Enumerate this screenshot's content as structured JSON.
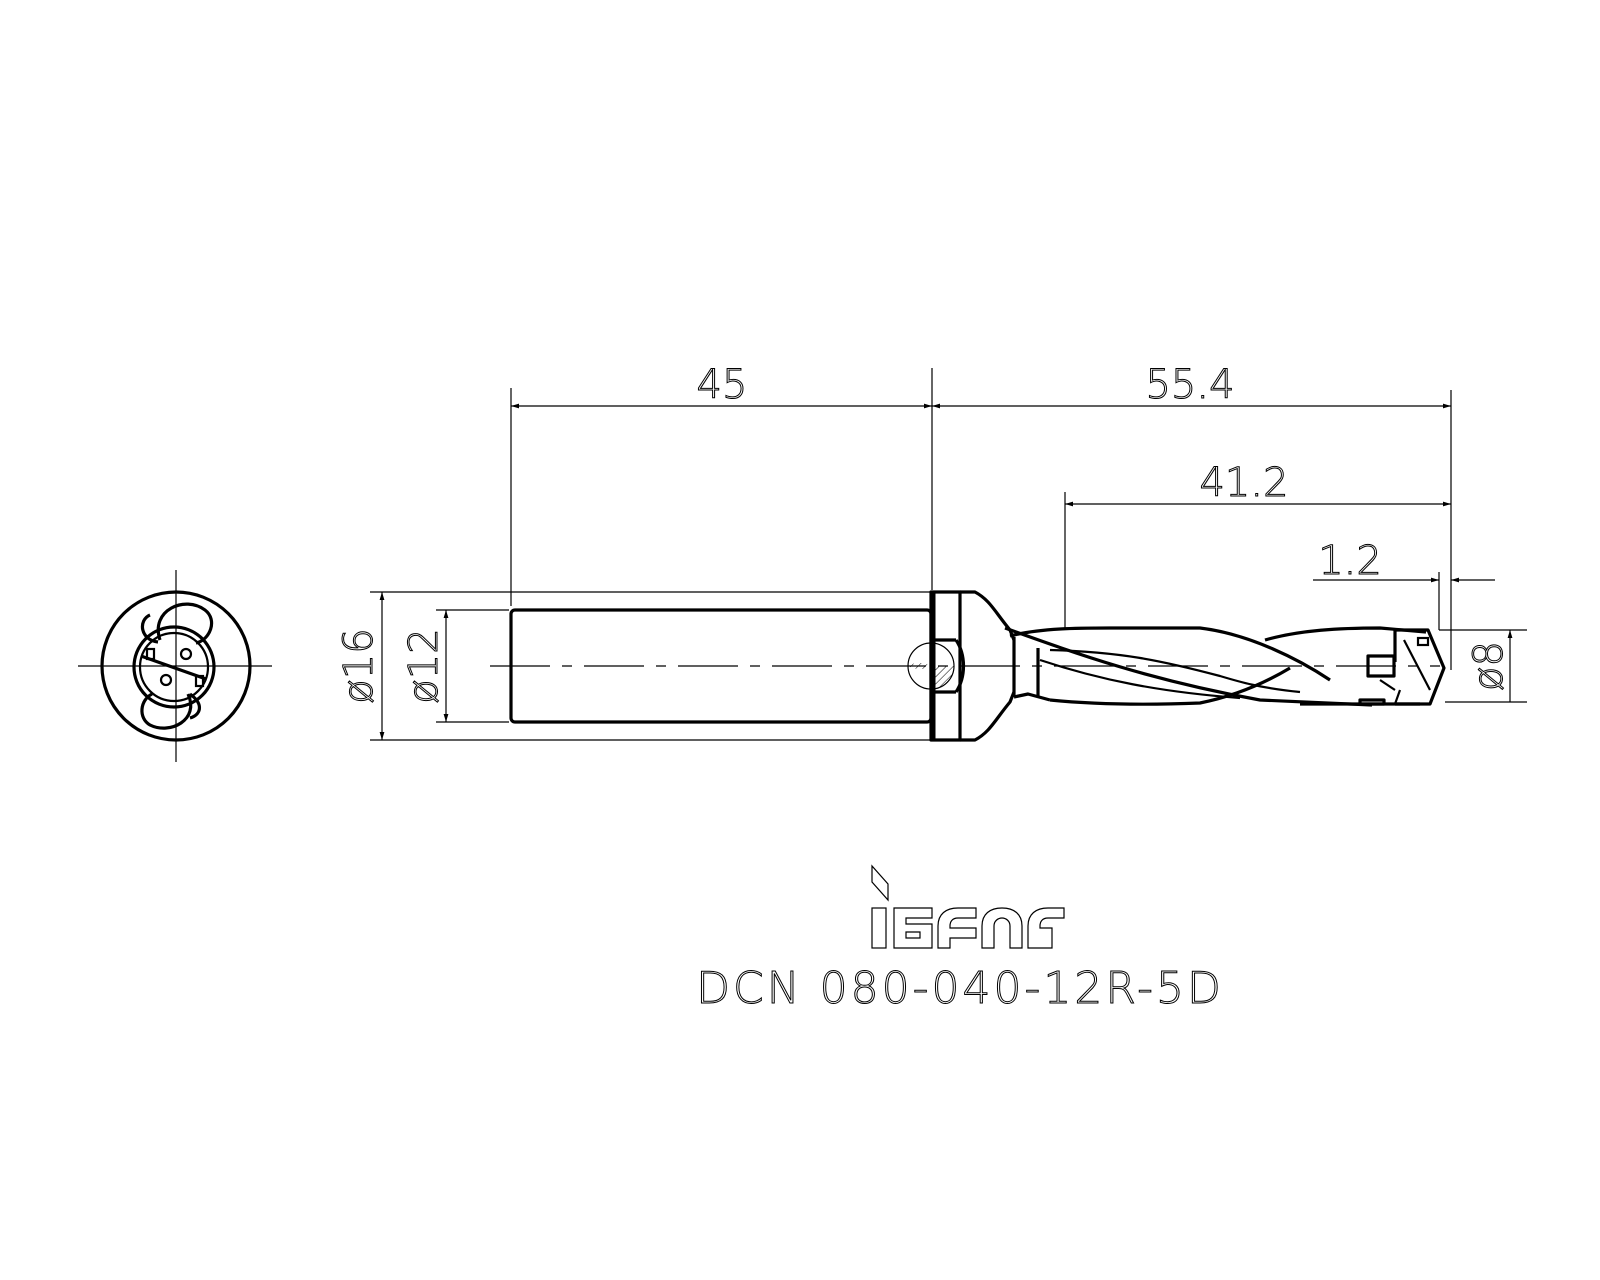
{
  "drawing": {
    "type": "technical-drawing",
    "subject": "indexable drill",
    "brand_logo": "iscar",
    "part_number": "DCN 080-040-12R-5D",
    "colors": {
      "line": "#000000",
      "background": "#ffffff"
    }
  },
  "dimensions": {
    "shank_length": "45",
    "overall_body_length": "55.4",
    "flute_length": "41.2",
    "tip_offset": "1.2",
    "shank_flange_diameter": "Ø16",
    "shank_diameter": "Ø12",
    "drill_diameter": "Ø8"
  },
  "labels": {
    "dim_45": "45",
    "dim_55_4": "55.4",
    "dim_41_2": "41.2",
    "dim_1_2": "1.2",
    "dia_16": "ø16",
    "dia_12": "ø12",
    "dia_8": "ø8"
  }
}
